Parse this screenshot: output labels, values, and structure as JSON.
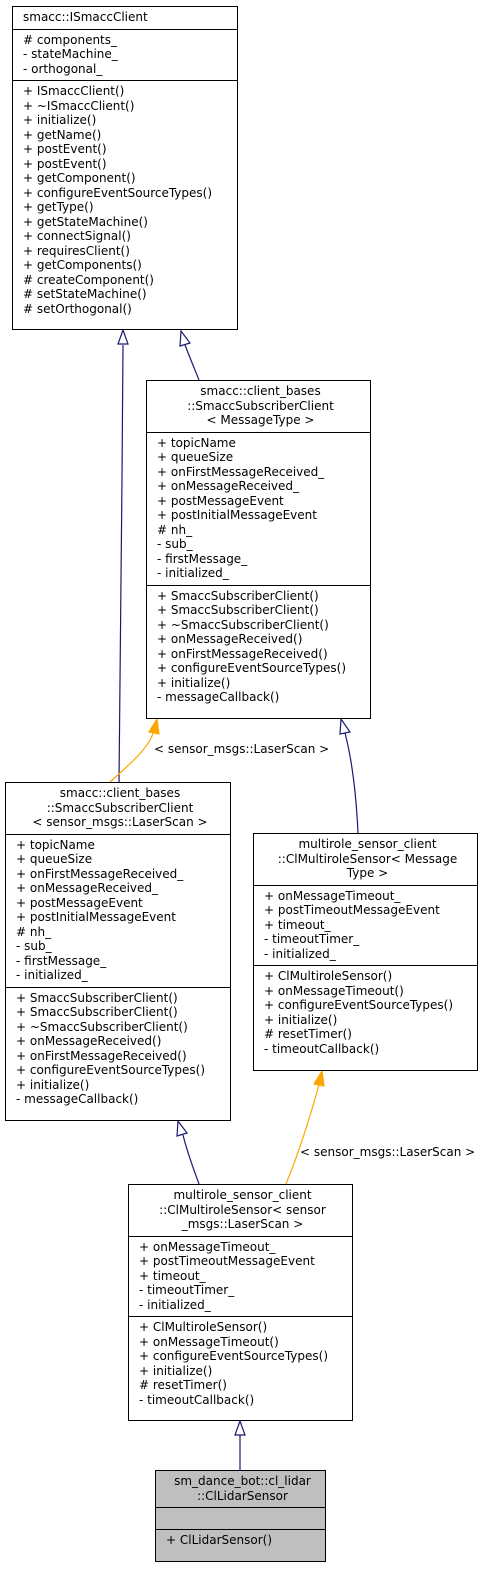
{
  "colors": {
    "inheritance": "#191970",
    "template_instance": "#ffa500",
    "highlight_fill": "#bfbfbf"
  },
  "classes": {
    "ismacc_client": {
      "title": [
        "smacc::ISmaccClient"
      ],
      "attributes": [
        "# components_",
        "- stateMachine_",
        "- orthogonal_"
      ],
      "methods": [
        "+ ISmaccClient()",
        "+ ~ISmaccClient()",
        "+ initialize()",
        "+ getName()",
        "+ postEvent()",
        "+ postEvent()",
        "+ getComponent()",
        "+ configureEventSourceTypes()",
        "+ getType()",
        "+ getStateMachine()",
        "+ connectSignal()",
        "+ requiresClient()",
        "+ getComponents()",
        "# createComponent()",
        "# setStateMachine()",
        "# setOrthogonal()"
      ]
    },
    "subscriber_template": {
      "title": [
        "smacc::client_bases",
        "::SmaccSubscriberClient",
        "< MessageType >"
      ],
      "attributes": [
        "+ topicName",
        "+ queueSize",
        "+ onFirstMessageReceived_",
        "+ onMessageReceived_",
        "+ postMessageEvent",
        "+ postInitialMessageEvent",
        "# nh_",
        "- sub_",
        "- firstMessage_",
        "- initialized_"
      ],
      "methods": [
        "+ SmaccSubscriberClient()",
        "+ SmaccSubscriberClient()",
        "+ ~SmaccSubscriberClient()",
        "+ onMessageReceived()",
        "+ onFirstMessageReceived()",
        "+ configureEventSourceTypes()",
        "+ initialize()",
        "- messageCallback()"
      ]
    },
    "subscriber_laserscan": {
      "title": [
        "smacc::client_bases",
        "::SmaccSubscriberClient",
        "< sensor_msgs::LaserScan >"
      ],
      "attributes": [
        "+ topicName",
        "+ queueSize",
        "+ onFirstMessageReceived_",
        "+ onMessageReceived_",
        "+ postMessageEvent",
        "+ postInitialMessageEvent",
        "# nh_",
        "- sub_",
        "- firstMessage_",
        "- initialized_"
      ],
      "methods": [
        "+ SmaccSubscriberClient()",
        "+ SmaccSubscriberClient()",
        "+ ~SmaccSubscriberClient()",
        "+ onMessageReceived()",
        "+ onFirstMessageReceived()",
        "+ configureEventSourceTypes()",
        "+ initialize()",
        "- messageCallback()"
      ]
    },
    "multirole_template": {
      "title": [
        "multirole_sensor_client",
        "::ClMultiroleSensor< Message",
        "Type >"
      ],
      "attributes": [
        "+ onMessageTimeout_",
        "+ postTimeoutMessageEvent",
        "+ timeout_",
        "- timeoutTimer_",
        "- initialized_"
      ],
      "methods": [
        "+ ClMultiroleSensor()",
        "+ onMessageTimeout()",
        "+ configureEventSourceTypes()",
        "+ initialize()",
        "# resetTimer()",
        "- timeoutCallback()"
      ]
    },
    "multirole_laserscan": {
      "title": [
        "multirole_sensor_client",
        "::ClMultiroleSensor< sensor",
        "_msgs::LaserScan >"
      ],
      "attributes": [
        "+ onMessageTimeout_",
        "+ postTimeoutMessageEvent",
        "+ timeout_",
        "- timeoutTimer_",
        "- initialized_"
      ],
      "methods": [
        "+ ClMultiroleSensor()",
        "+ onMessageTimeout()",
        "+ configureEventSourceTypes()",
        "+ initialize()",
        "# resetTimer()",
        "- timeoutCallback()"
      ]
    },
    "cl_lidar_sensor": {
      "title": [
        "sm_dance_bot::cl_lidar",
        "::ClLidarSensor"
      ],
      "attributes": [],
      "methods": [
        "+ ClLidarSensor()"
      ]
    }
  },
  "edge_labels": {
    "subscriber_binding": "< sensor_msgs::LaserScan >",
    "multirole_binding": "< sensor_msgs::LaserScan >"
  }
}
